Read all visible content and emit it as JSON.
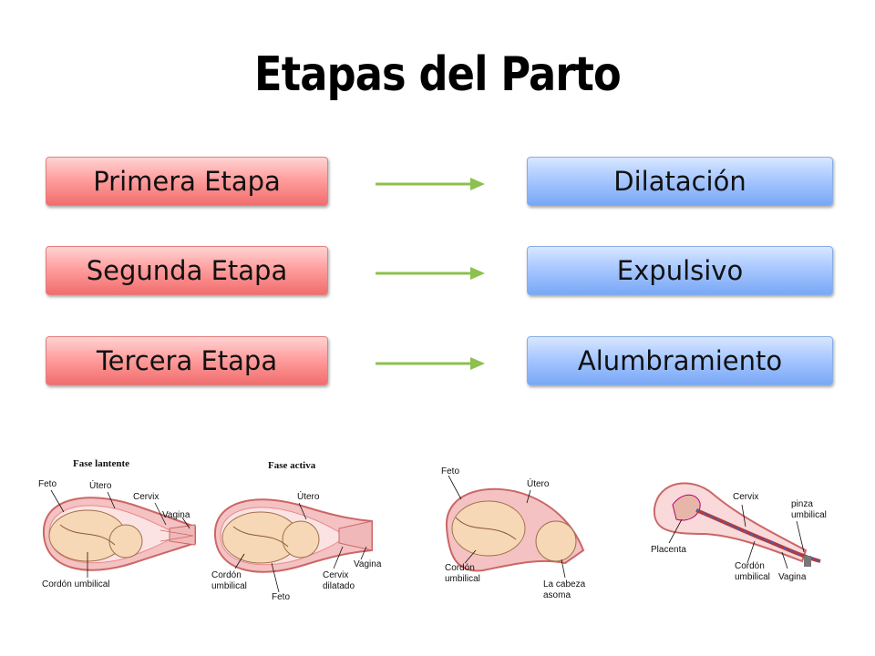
{
  "title": "Etapas del Parto",
  "stages": [
    {
      "stage": "Primera Etapa",
      "name": "Dilatación"
    },
    {
      "stage": "Segunda Etapa",
      "name": "Expulsivo"
    },
    {
      "stage": "Tercera Etapa",
      "name": "Alumbramiento"
    }
  ],
  "illustrations": {
    "dilatation": {
      "phase_latent": "Fase lantente",
      "phase_active": "Fase activa",
      "feto": "Feto",
      "utero": "Útero",
      "cervix": "Cervix",
      "vagina": "Vagina",
      "cordon_umbilical": "Cordón umbilical",
      "utero2": "Útero",
      "cordon": "Cordón",
      "umbilical": "umbilical",
      "feto2": "Feto",
      "cervix2": "Cervix",
      "dilatado": "dilatado",
      "vagina2": "Vagina"
    },
    "expulsion": {
      "feto": "Feto",
      "utero": "Útero",
      "cordon": "Cordón",
      "umbilical": "umbilical",
      "cabeza1": "La cabeza",
      "cabeza2": "asoma"
    },
    "afterbirth": {
      "cervix": "Cervix",
      "pinza": "pinza",
      "pinza2": "umbilical",
      "placenta": "Placenta",
      "cordon": "Cordón",
      "umbilical": "umbilical",
      "vagina": "Vagina"
    }
  },
  "colors": {
    "stage_box": "#ff9f9f",
    "name_box": "#a8c8ff",
    "arrow": "#8cc04f",
    "uterus": "#e88b8b",
    "fetus": "#f6d7b6"
  }
}
